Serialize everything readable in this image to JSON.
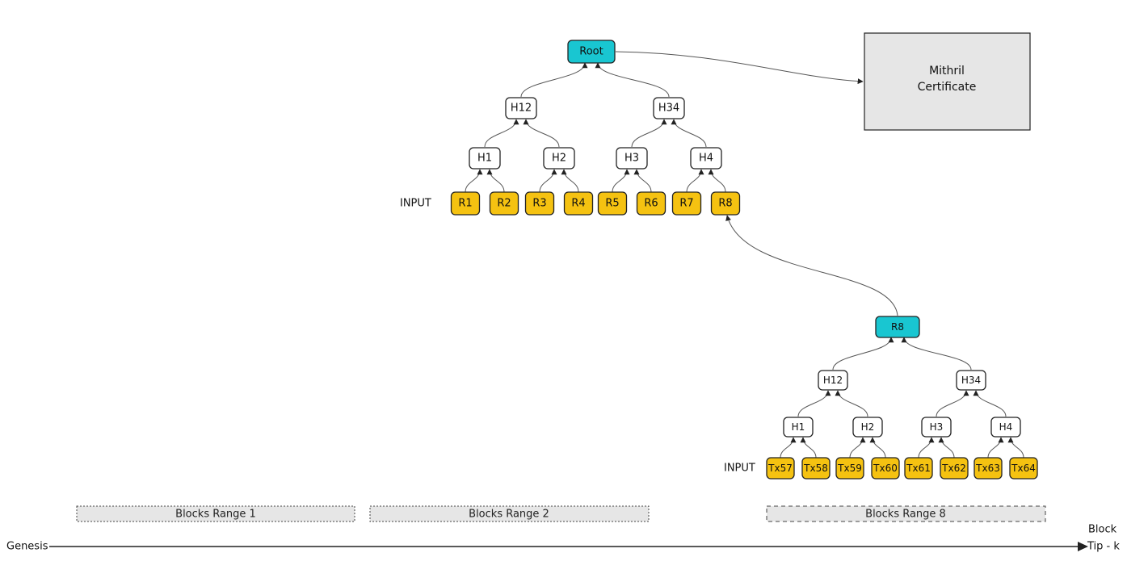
{
  "certificate": {
    "line1": "Mithril",
    "line2": "Certificate"
  },
  "top_tree": {
    "root": "Root",
    "level1": [
      "H12",
      "H34"
    ],
    "level2": [
      "H1",
      "H2",
      "H3",
      "H4"
    ],
    "inputs": [
      "R1",
      "R2",
      "R3",
      "R4",
      "R5",
      "R6",
      "R7",
      "R8"
    ],
    "input_label": "INPUT"
  },
  "bottom_tree": {
    "root": "R8",
    "level1": [
      "H12",
      "H34"
    ],
    "level2": [
      "H1",
      "H2",
      "H3",
      "H4"
    ],
    "inputs": [
      "Tx57",
      "Tx58",
      "Tx59",
      "Tx60",
      "Tx61",
      "Tx62",
      "Tx63",
      "Tx64"
    ],
    "input_label": "INPUT"
  },
  "ranges": [
    "Blocks Range 1",
    "Blocks Range 2",
    "Blocks Range 8"
  ],
  "timeline": {
    "start": "Genesis",
    "end_line1": "Block",
    "end_line2": "Tip - k"
  },
  "colors": {
    "leaf": "#f5c211",
    "root": "#19c6d1",
    "hash": "#ffffff",
    "certificate": "#e6e6e6"
  }
}
